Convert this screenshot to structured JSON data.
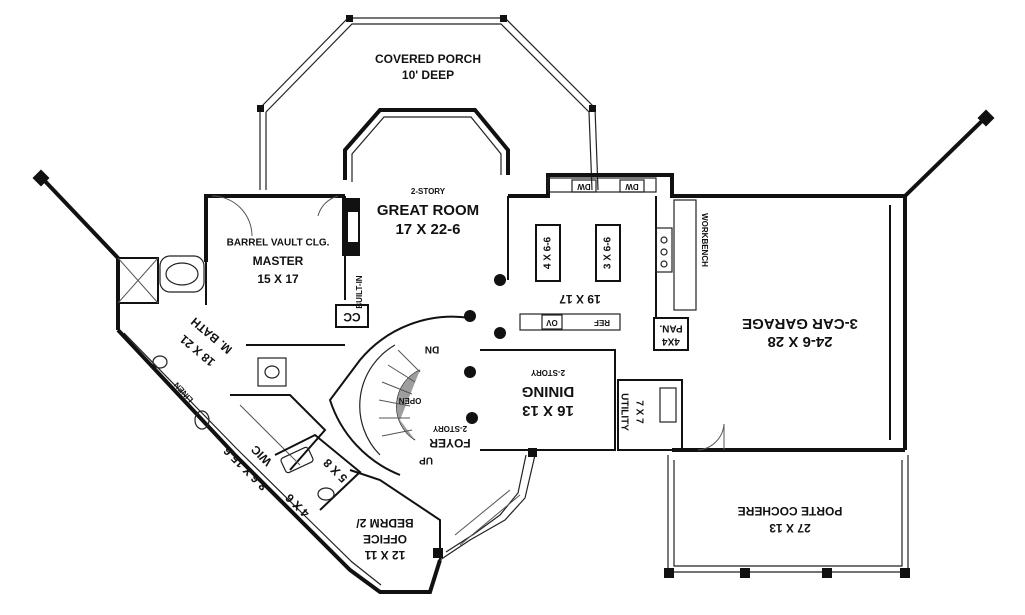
{
  "plan": {
    "rooms": {
      "covered_porch": {
        "name": "COVERED PORCH",
        "size": "10' DEEP"
      },
      "great_room": {
        "prefix": "2-STORY",
        "name": "GREAT ROOM",
        "size": "17 X 22-6"
      },
      "master": {
        "note": "BARREL VAULT CLG.",
        "name": "MASTER",
        "size": "15 X 17"
      },
      "kitchen": {
        "size": "19 X 17"
      },
      "island_left": {
        "size": "4 X 6-6"
      },
      "island_right": {
        "size": "3 X 6-6"
      },
      "garage": {
        "name": "3-CAR GARAGE",
        "size": "24-6 X 28"
      },
      "pantry": {
        "name": "PAN.",
        "size": "4X4"
      },
      "m_bath": {
        "name": "M. BATH",
        "size": "18 X 21"
      },
      "dining": {
        "prefix": "2-STORY",
        "name": "DINING",
        "size": "16 X 13"
      },
      "foyer": {
        "prefix": "2-STORY",
        "name": "FOYER"
      },
      "utility": {
        "name": "UTILITY",
        "size": "7 X 7"
      },
      "wic": {
        "name": "WIC",
        "size": "8-6 X 15-6"
      },
      "bath_5x8": {
        "size": "5 X 8"
      },
      "closet_4x6": {
        "size": "4 X 6"
      },
      "bedroom": {
        "name": "BEDRM 2/",
        "name2": "OFFICE",
        "size": "12 X 11"
      },
      "porte_cochere": {
        "name": "PORTE COCHERE",
        "size": "27 X 13"
      }
    },
    "fixtures": {
      "dw_left": "DW",
      "dw_right": "DW",
      "workbench": "WORKBENCH",
      "cc": "CC",
      "built_in": "BUILT-IN",
      "ov": "OV",
      "ref": "REF",
      "linen": "LINEN",
      "open": "OPEN",
      "dn": "DN",
      "up": "UP"
    }
  }
}
